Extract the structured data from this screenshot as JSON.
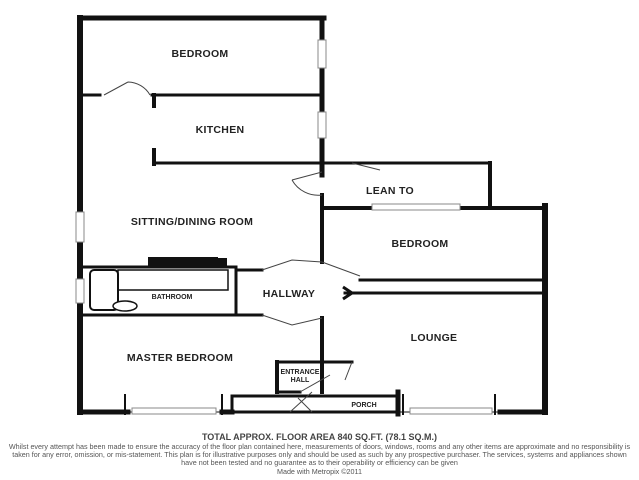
{
  "rooms": {
    "bedroom_top": "BEDROOM",
    "kitchen": "KITCHEN",
    "lean_to": "LEAN TO",
    "sitting_dining": "SITTING/DINING ROOM",
    "bedroom_right": "BEDROOM",
    "bathroom": "BATHROOM",
    "hallway": "HALLWAY",
    "master_bedroom": "MASTER BEDROOM",
    "lounge": "LOUNGE",
    "entrance_hall_line1": "ENTRANCE",
    "entrance_hall_line2": "HALL",
    "porch": "PORCH"
  },
  "footer": {
    "total_area": "TOTAL APPROX. FLOOR AREA 840 SQ.FT. (78.1 SQ.M.)",
    "disclaimer": "Whilst every attempt has been made to ensure the accuracy of the floor plan contained here, measurements of doors, windows, rooms and any other items are approximate and no responsibility is taken for any error, omission, or mis-statement. This plan is for illustrative purposes only and should be used as such by any prospective purchaser. The services, systems and appliances shown have not been tested and no guarantee as to their operability or efficiency can be given",
    "credit": "Made with Metropix ©2011"
  }
}
